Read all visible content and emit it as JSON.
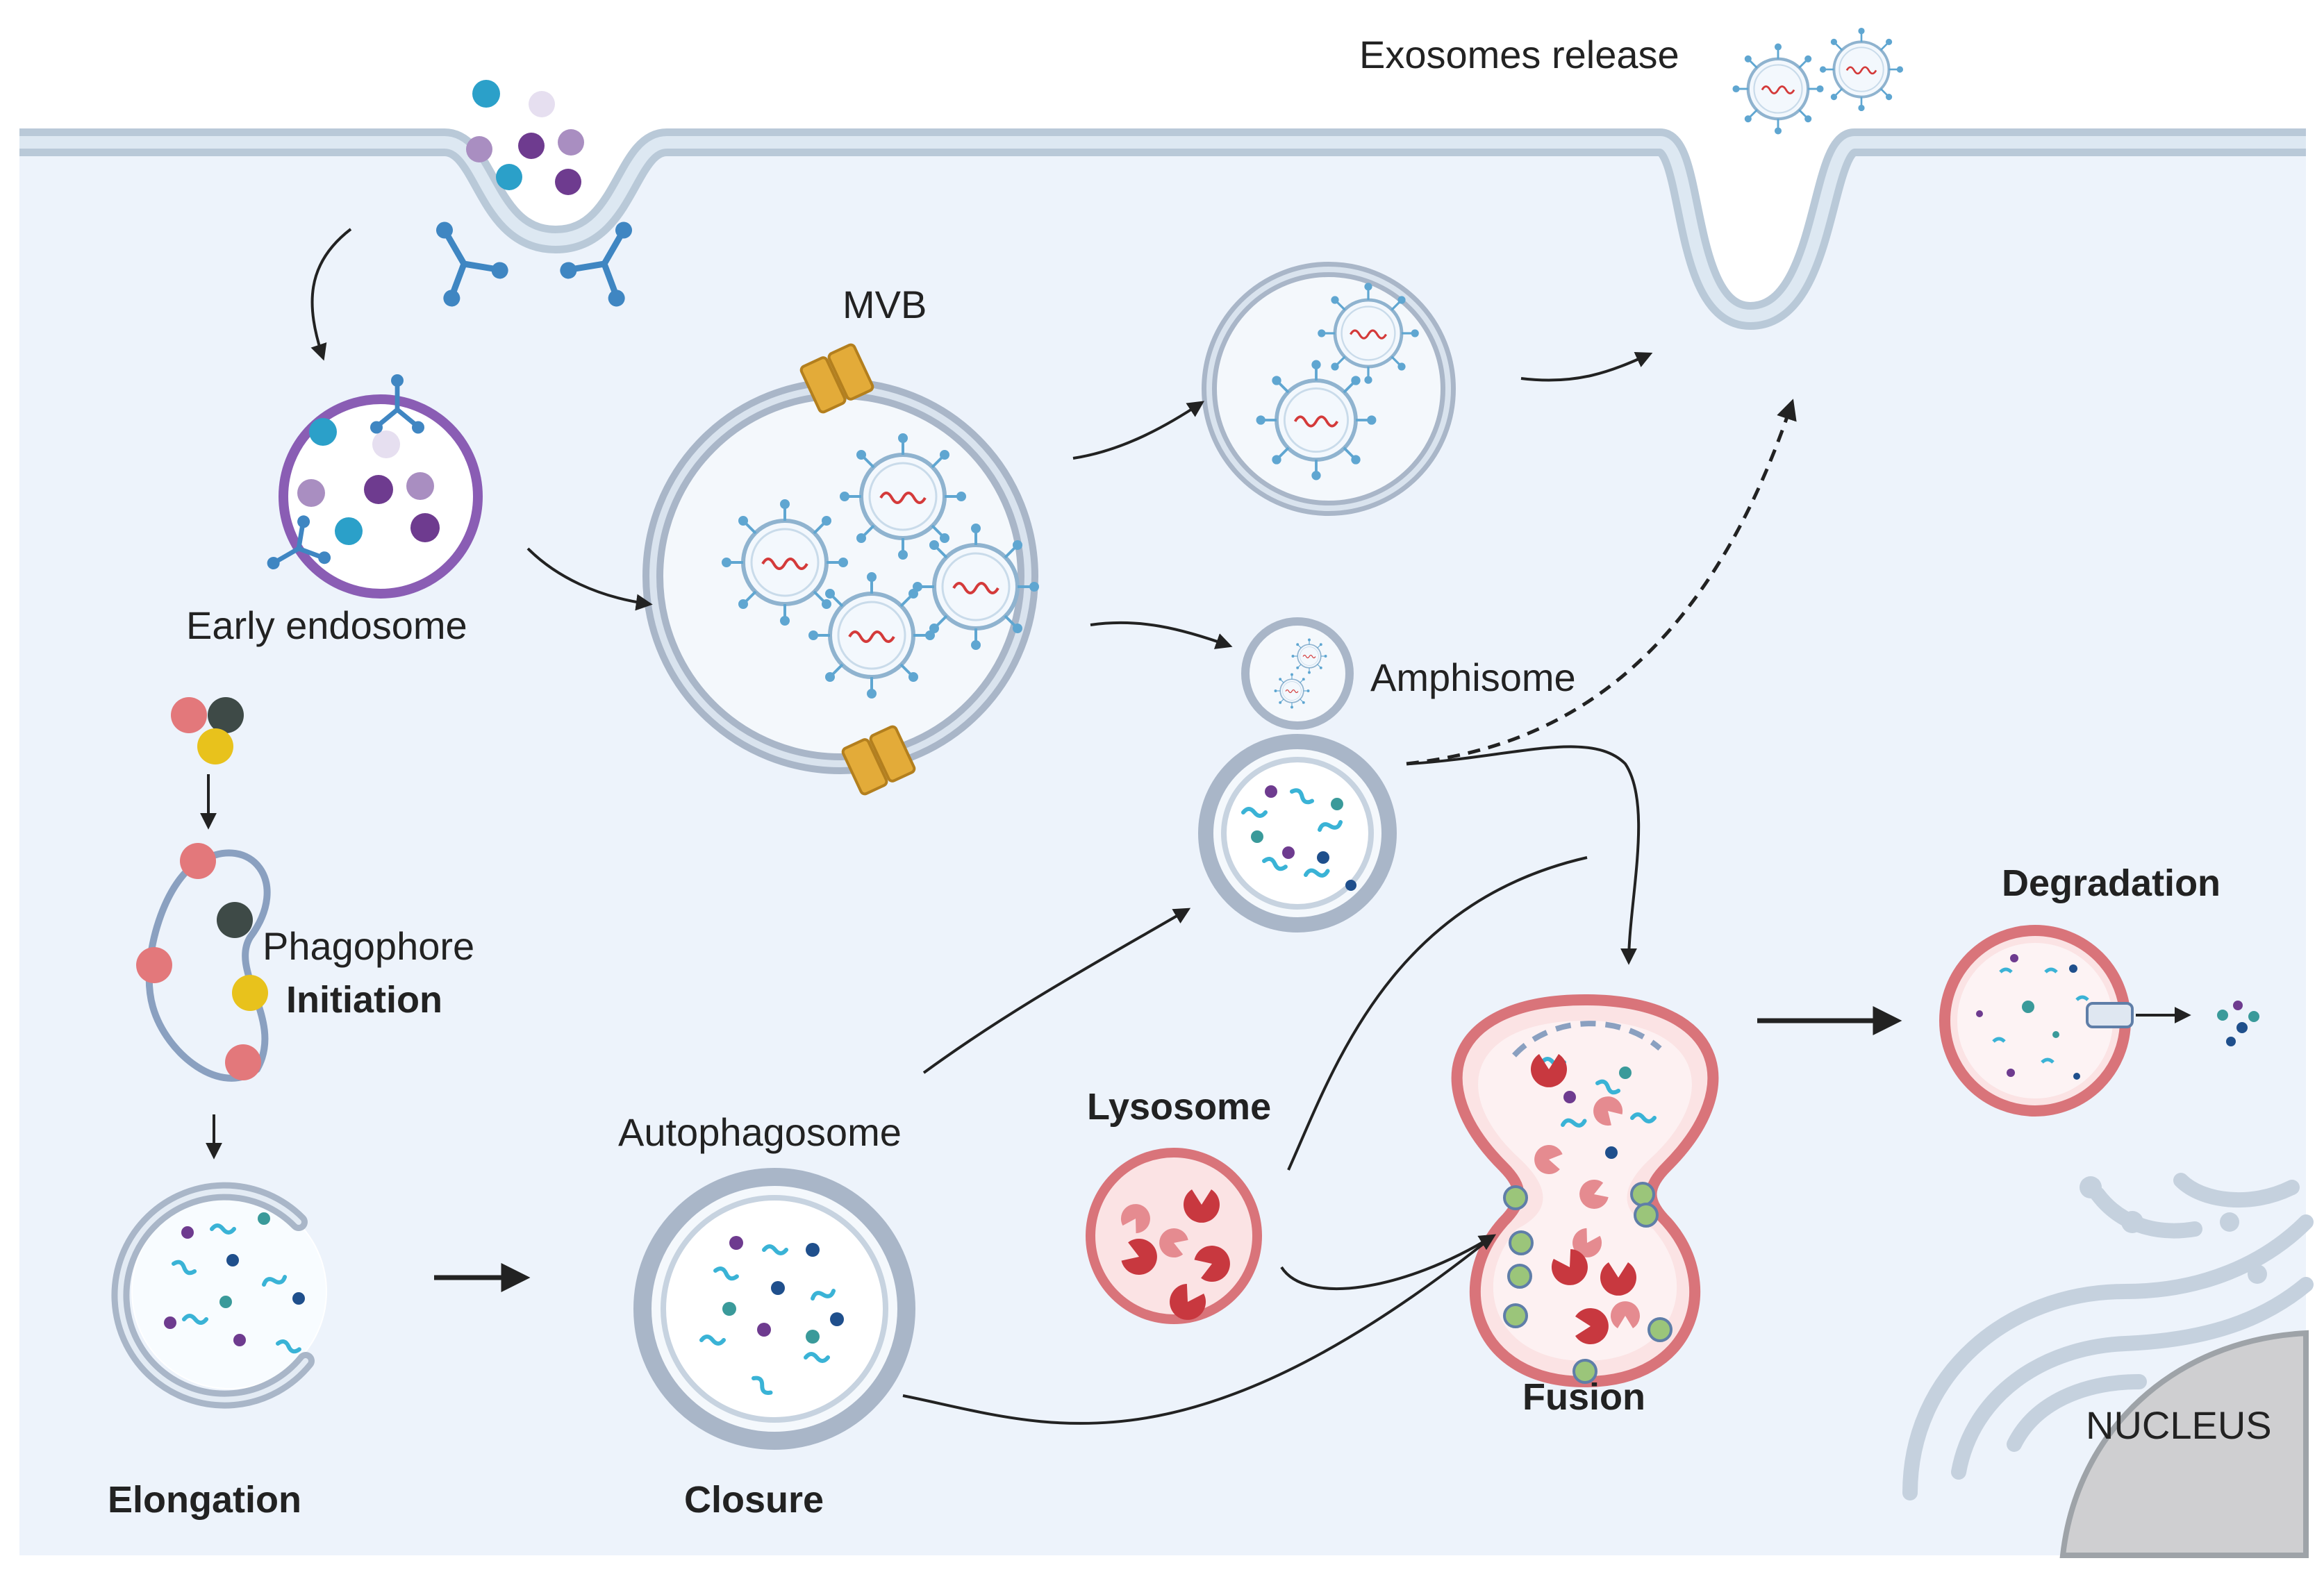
{
  "labels": {
    "exosomes_release": "Exosomes release",
    "mvb": "MVB",
    "early_endosome": "Early endosome",
    "amphisome": "Amphisome",
    "phagophore": "Phagophore",
    "initiation": "Initiation",
    "autophagosome": "Autophagosome",
    "lysosome": "Lysosome",
    "fusion": "Fusion",
    "degradation": "Degradation",
    "elongation": "Elongation",
    "closure": "Closure",
    "nucleus": "NUCLEUS"
  },
  "colors": {
    "cytoplasm": "#edf3fb",
    "membrane": "#b9c9d8",
    "membrane_core": "#dde8f2",
    "vesicle_ring": "#a9b6c8",
    "vesicle_fill": "#f7fbff",
    "endosome_ring": "#8a5db4",
    "lysosome_ring": "#d9747a",
    "lysosome_fill": "#fbe3e4",
    "enzyme": "#c8383f",
    "receptor": "#3f86c2",
    "channel": "#e3ab39",
    "rna": "#d43a3a",
    "cargo_cyan": "#2ba0c9",
    "cargo_purple": "#6e3b8f",
    "cargo_lilac": "#a98ec1",
    "nucleus": "#cfcfd1",
    "er": "#c5d1de",
    "arrow": "#222222"
  },
  "icons": [
    "receptor-icon",
    "exosome-icon",
    "channel-protein-icon",
    "enzyme-icon",
    "atg-protein-icon",
    "cargo-icon"
  ]
}
